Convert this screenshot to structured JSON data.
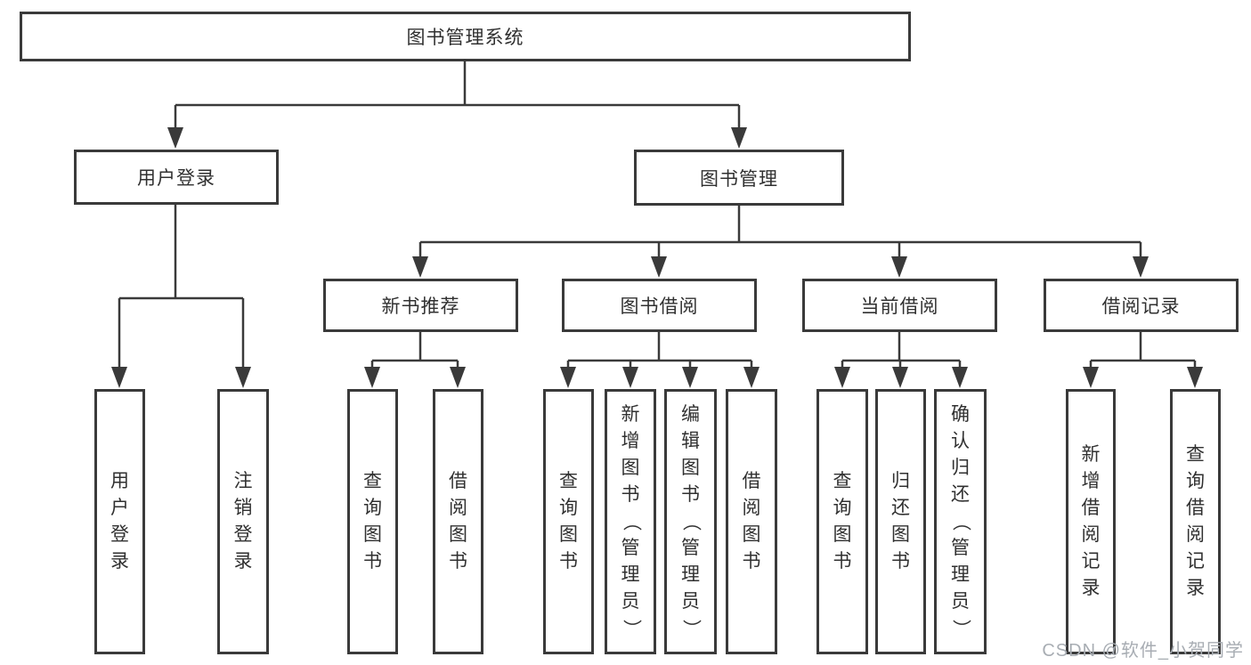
{
  "diagram_title": "图书管理系统",
  "tree": {
    "label": "图书管理系统",
    "children": [
      {
        "label": "用户登录",
        "children": [
          {
            "label": "用户登录"
          },
          {
            "label": "注销登录"
          }
        ]
      },
      {
        "label": "图书管理",
        "children": [
          {
            "label": "新书推荐",
            "children": [
              {
                "label": "查询图书"
              },
              {
                "label": "借阅图书"
              }
            ]
          },
          {
            "label": "图书借阅",
            "children": [
              {
                "label": "查询图书"
              },
              {
                "label": "新增图书（管理员）"
              },
              {
                "label": "编辑图书（管理员）"
              },
              {
                "label": "借阅图书"
              }
            ]
          },
          {
            "label": "当前借阅",
            "children": [
              {
                "label": "查询图书"
              },
              {
                "label": "归还图书"
              },
              {
                "label": "确认归还（管理员）"
              }
            ]
          },
          {
            "label": "借阅记录",
            "children": [
              {
                "label": "新增借阅记录"
              },
              {
                "label": "查询借阅记录"
              }
            ]
          }
        ]
      }
    ]
  },
  "watermark": {
    "text": "CSDN @软件_小贺同学"
  },
  "colors": {
    "line": "#3a3a3a",
    "text": "#303030",
    "box_background": "#ffffff",
    "watermark": "#a8adb3",
    "page_background": "#ffffff"
  }
}
